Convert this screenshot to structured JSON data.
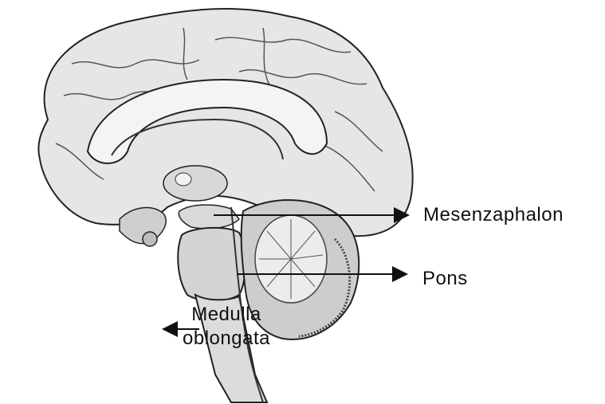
{
  "labels": {
    "mesencephalon": "Mesenzaphalon",
    "pons": "Pons",
    "medulla_line1": "Medulla",
    "medulla_line2": "oblongata"
  },
  "colors": {
    "background": "#ffffff",
    "outline": "#222222",
    "tissue_light": "#e6e6e6",
    "tissue_mid": "#c9c9c9",
    "tissue_dark": "#8f8f8f"
  }
}
